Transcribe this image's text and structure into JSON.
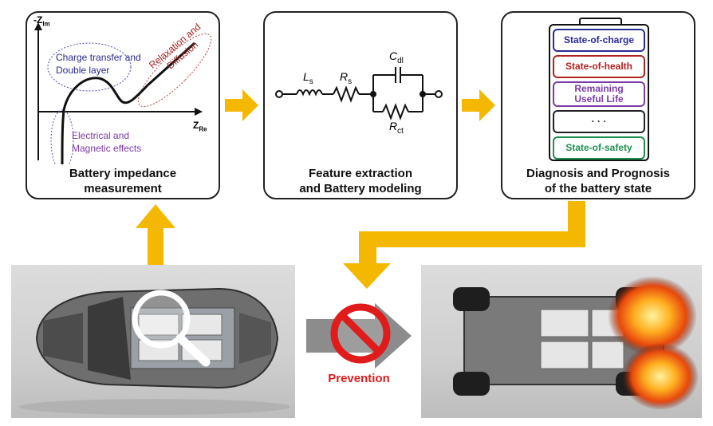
{
  "panels": {
    "impedance": {
      "caption_line1": "Battery impedance",
      "caption_line2": "measurement",
      "y_axis_label": "-Z",
      "y_axis_sub": "Im",
      "x_axis_label": "Z",
      "x_axis_sub": "Re",
      "annotation_charge_1": "Charge transfer and",
      "annotation_charge_2": "Double layer",
      "annotation_relax_1": "Relaxation and",
      "annotation_relax_2": "Diffusion",
      "annotation_elec_1": "Electrical and",
      "annotation_elec_2": "Magnetic effects"
    },
    "modeling": {
      "caption_line1": "Feature extraction",
      "caption_line2": "and Battery modeling",
      "ls": "L",
      "ls_sub": "s",
      "rs": "R",
      "rs_sub": "s",
      "cdl": "C",
      "cdl_sub": "dl",
      "rct": "R",
      "rct_sub": "ct"
    },
    "diagnosis": {
      "caption_line1": "Diagnosis and Prognosis",
      "caption_line2": "of the battery state",
      "states": [
        {
          "label": "State-of-charge",
          "color": "#2a2a9a"
        },
        {
          "label": "State-of-health",
          "color": "#b32020"
        },
        {
          "label": "Remaining Useful Life",
          "color": "#7a3aa8"
        },
        {
          "label": "· · ·",
          "color": "#222222"
        },
        {
          "label": "State-of-safety",
          "color": "#1f8f4e"
        }
      ]
    }
  },
  "prevention_label": "Prevention",
  "colors": {
    "arrow_yellow": "#f5b800",
    "arrow_gray": "#8c8c8c",
    "prohibit_red": "#e01b1b"
  }
}
